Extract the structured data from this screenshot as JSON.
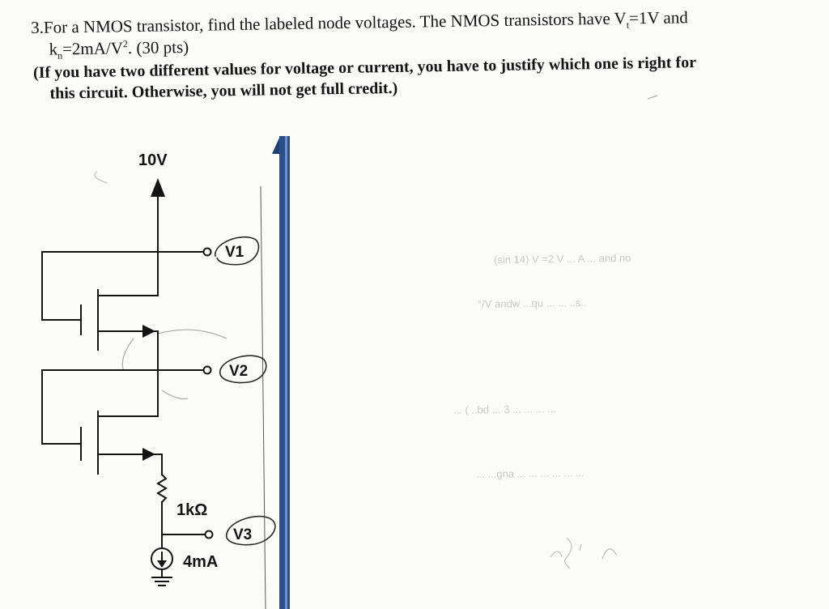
{
  "problem": {
    "line1": "3.For a NMOS transistor, find the labeled node voltages. The NMOS transistors have V",
    "vt_sub": "t",
    "line1_tail": "=1V and",
    "line2_pre": "k",
    "kn_sub": "n",
    "line2_mid": "=2mA/V",
    "line2_sup": "2",
    "line2_tail": ". (30 pts)",
    "line3": "(If you have two different values for voltage or current, you have to justify which one is right for",
    "line4": "this circuit. Otherwise, you will not get full credit.)"
  },
  "circuit": {
    "supply_label": "10V",
    "node1_label": "V1",
    "node2_label": "V2",
    "node3_label": "V3",
    "resistor_label": "1kΩ",
    "current_source_label": "4mA"
  },
  "bleed_through": {
    "a": "(sin 14)    V  =2  V  ...  A   ...  and  no",
    "b": "°/V    andw  ...qu          ...  ...  ..s..",
    "c": "...  (  ..bd  ...  3  ...  ...  ...  ...",
    "d": "...  ...gna  ...  ...  ...  ...  ...  ..."
  },
  "colors": {
    "ink": "#141414",
    "pencil": "#9a9a9a",
    "binder_edge": "#2b4f86"
  }
}
